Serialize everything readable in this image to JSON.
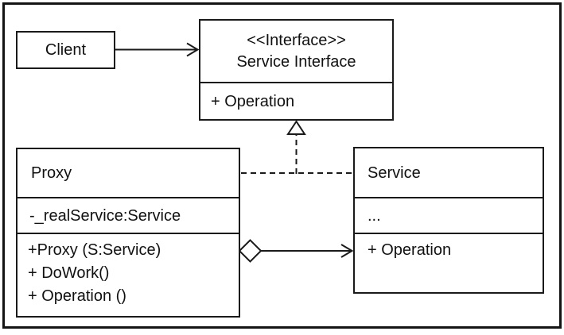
{
  "colors": {
    "line": "#1a1a1a",
    "background": "#ffffff"
  },
  "classes": {
    "client": {
      "name": "Client"
    },
    "service_interface": {
      "stereotype": "<<Interface>>",
      "name": "Service Interface",
      "operations": [
        "+ Operation"
      ]
    },
    "proxy": {
      "name": "Proxy",
      "attributes": [
        "-_realService:Service"
      ],
      "methods": [
        "+Proxy (S:Service)",
        "+ DoWork()",
        "+ Operation ()"
      ]
    },
    "service": {
      "name": "Service",
      "attributes": [
        "..."
      ],
      "methods": [
        "+ Operation"
      ]
    }
  },
  "relationships": [
    {
      "from": "Client",
      "to": "Service Interface",
      "type": "directed-association"
    },
    {
      "from": "Proxy",
      "to": "Service Interface",
      "type": "realization"
    },
    {
      "from": "Service",
      "to": "Service Interface",
      "type": "realization"
    },
    {
      "from": "Proxy",
      "to": "Service",
      "type": "aggregation"
    }
  ]
}
